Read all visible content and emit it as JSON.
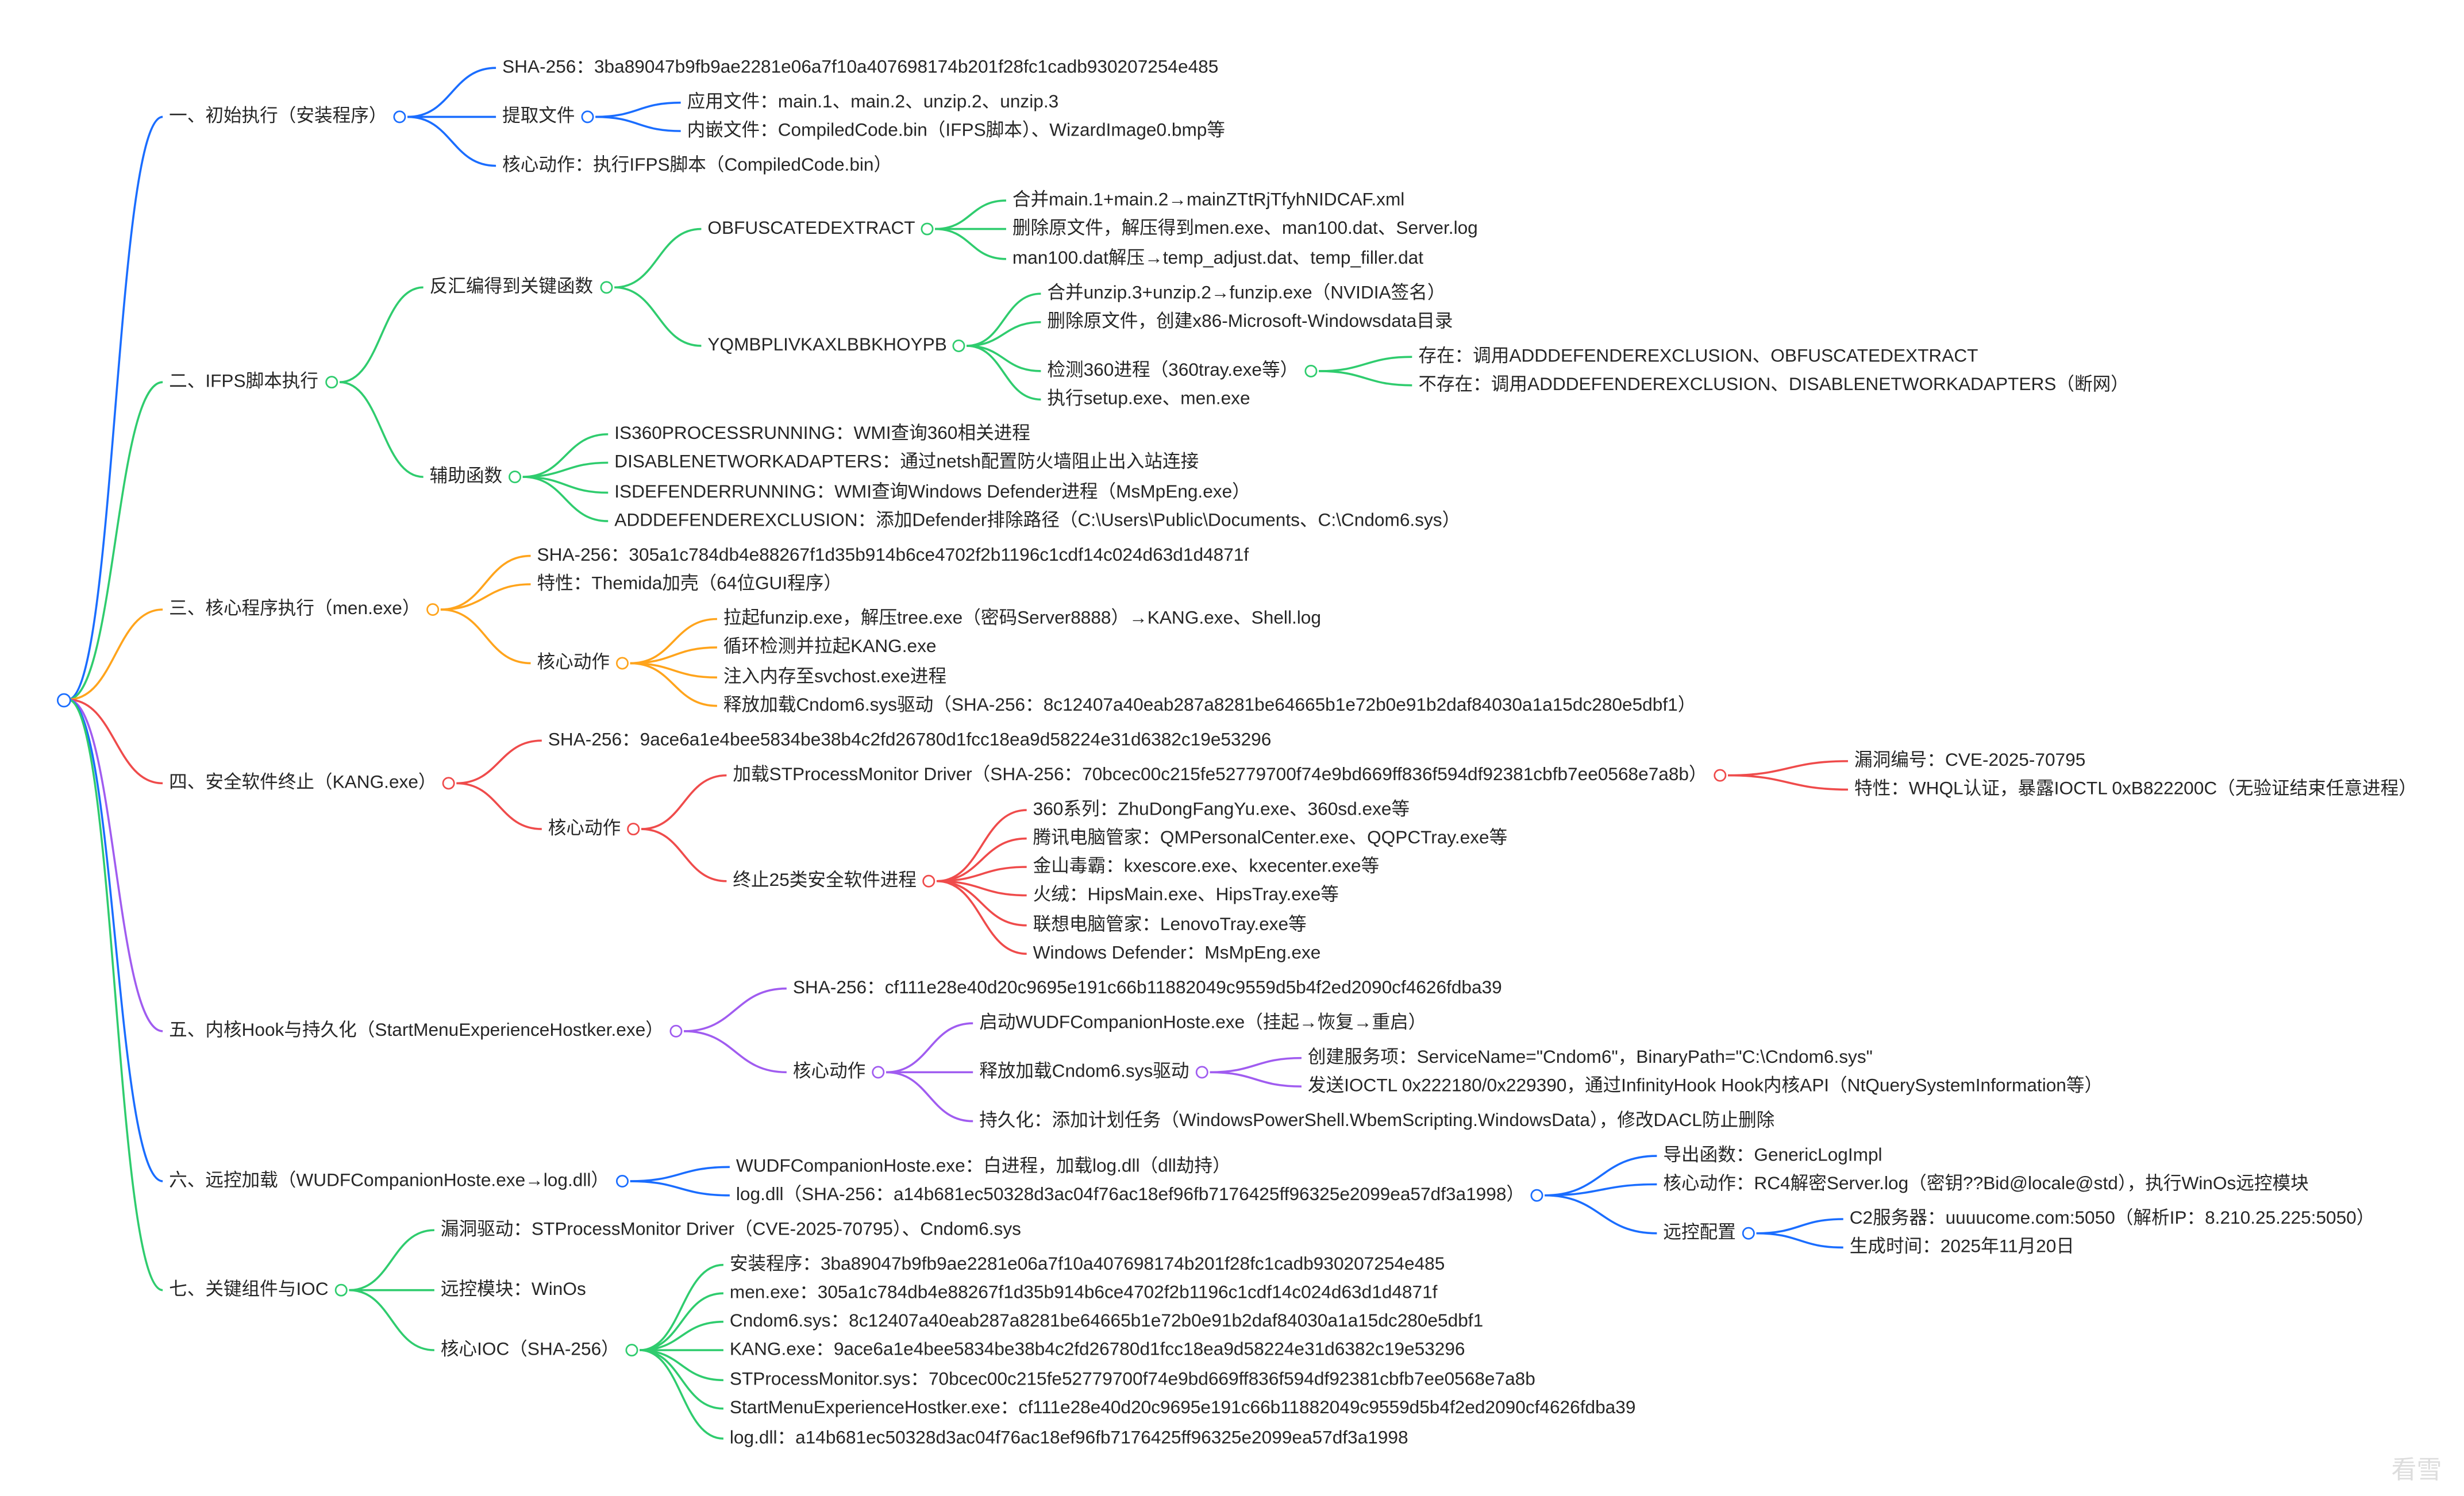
{
  "root": {
    "color": "#1a6dff"
  },
  "sections": [
    {
      "label": "一、初始执行（安装程序）",
      "color": "#1a6dff",
      "children": [
        {
          "label": "SHA-256：3ba89047b9fb9ae2281e06a7f10a407698174b201f28fc1cadb930207254e485"
        },
        {
          "label": "提取文件",
          "children": [
            {
              "label": "应用文件：main.1、main.2、unzip.2、unzip.3"
            },
            {
              "label": "内嵌文件：CompiledCode.bin（IFPS脚本）、WizardImage0.bmp等"
            }
          ]
        },
        {
          "label": "核心动作：执行IFPS脚本（CompiledCode.bin）"
        }
      ]
    },
    {
      "label": "二、IFPS脚本执行",
      "color": "#2fcc6e",
      "children": [
        {
          "label": "反汇编得到关键函数",
          "children": [
            {
              "label": "OBFUSCATEDEXTRACT",
              "children": [
                {
                  "label": "合并main.1+main.2→mainZTtRjTfyhNIDCAF.xml"
                },
                {
                  "label": "删除原文件，解压得到men.exe、man100.dat、Server.log"
                },
                {
                  "label": "man100.dat解压→temp_adjust.dat、temp_filler.dat"
                }
              ]
            },
            {
              "label": "YQMBPLIVKAXLBBKHOYPB",
              "children": [
                {
                  "label": "合并unzip.3+unzip.2→funzip.exe（NVIDIA签名）"
                },
                {
                  "label": "删除原文件，创建x86-Microsoft-Windowsdata目录"
                },
                {
                  "label": "检测360进程（360tray.exe等）",
                  "children": [
                    {
                      "label": "存在：调用ADDDEFENDEREXCLUSION、OBFUSCATEDEXTRACT"
                    },
                    {
                      "label": "不存在：调用ADDDEFENDEREXCLUSION、DISABLENETWORKADAPTERS（断网）"
                    }
                  ]
                },
                {
                  "label": "执行setup.exe、men.exe"
                }
              ]
            }
          ]
        },
        {
          "label": "辅助函数",
          "children": [
            {
              "label": "IS360PROCESSRUNNING：WMI查询360相关进程"
            },
            {
              "label": "DISABLENETWORKADAPTERS：通过netsh配置防火墙阻止出入站连接"
            },
            {
              "label": "ISDEFENDERRUNNING：WMI查询Windows Defender进程（MsMpEng.exe）"
            },
            {
              "label": "ADDDEFENDEREXCLUSION：添加Defender排除路径（C:\\Users\\Public\\Documents、C:\\Cndom6.sys）"
            }
          ]
        }
      ]
    },
    {
      "label": "三、核心程序执行（men.exe）",
      "color": "#ffa41c",
      "children": [
        {
          "label": "SHA-256：305a1c784db4e88267f1d35b914b6ce4702f2b1196c1cdf14c024d63d1d4871f"
        },
        {
          "label": "特性：Themida加壳（64位GUI程序）"
        },
        {
          "label": "核心动作",
          "children": [
            {
              "label": "拉起funzip.exe，解压tree.exe（密码Server8888）→KANG.exe、Shell.log"
            },
            {
              "label": "循环检测并拉起KANG.exe"
            },
            {
              "label": "注入内存至svchost.exe进程"
            },
            {
              "label": "释放加载Cndom6.sys驱动（SHA-256：8c12407a40eab287a8281be64665b1e72b0e91b2daf84030a1a15dc280e5dbf1）"
            }
          ]
        }
      ]
    },
    {
      "label": "四、安全软件终止（KANG.exe）",
      "color": "#ef4b4b",
      "children": [
        {
          "label": "SHA-256：9ace6a1e4bee5834be38b4c2fd26780d1fcc18ea9d58224e31d6382c19e53296"
        },
        {
          "label": "核心动作",
          "children": [
            {
              "label": "加载STProcessMonitor Driver（SHA-256：70bcec00c215fe52779700f74e9bd669ff836f594df92381cbfb7ee0568e7a8b）",
              "children": [
                {
                  "label": "漏洞编号：CVE-2025-70795"
                },
                {
                  "label": "特性：WHQL认证，暴露IOCTL 0xB822200C（无验证结束任意进程）"
                }
              ]
            },
            {
              "label": "终止25类安全软件进程",
              "children": [
                {
                  "label": "360系列：ZhuDongFangYu.exe、360sd.exe等"
                },
                {
                  "label": "腾讯电脑管家：QMPersonalCenter.exe、QQPCTray.exe等"
                },
                {
                  "label": "金山毒霸：kxescore.exe、kxecenter.exe等"
                },
                {
                  "label": "火绒：HipsMain.exe、HipsTray.exe等"
                },
                {
                  "label": "联想电脑管家：LenovoTray.exe等"
                },
                {
                  "label": "Windows Defender：MsMpEng.exe"
                }
              ]
            }
          ]
        }
      ]
    },
    {
      "label": "五、内核Hook与持久化（StartMenuExperienceHostker.exe）",
      "color": "#a05cf0",
      "children": [
        {
          "label": "SHA-256：cf111e28e40d20c9695e191c66b11882049c9559d5b4f2ed2090cf4626fdba39"
        },
        {
          "label": "核心动作",
          "children": [
            {
              "label": "启动WUDFCompanionHoste.exe（挂起→恢复→重启）"
            },
            {
              "label": "释放加载Cndom6.sys驱动",
              "children": [
                {
                  "label": "创建服务项：ServiceName=\"Cndom6\"，BinaryPath=\"C:\\Cndom6.sys\""
                },
                {
                  "label": "发送IOCTL 0x222180/0x229390，通过InfinityHook Hook内核API（NtQuerySystemInformation等）"
                }
              ]
            },
            {
              "label": "持久化：添加计划任务（WindowsPowerShell.WbemScripting.WindowsData），修改DACL防止删除"
            }
          ]
        }
      ]
    },
    {
      "label": "六、远控加载（WUDFCompanionHoste.exe→log.dll）",
      "color": "#1a6dff",
      "children": [
        {
          "label": "WUDFCompanionHoste.exe：白进程，加载log.dll（dll劫持）"
        },
        {
          "label": "log.dll（SHA-256：a14b681ec50328d3ac04f76ac18ef96fb7176425ff96325e2099ea57df3a1998）",
          "children": [
            {
              "label": "导出函数：GenericLogImpl"
            },
            {
              "label": "核心动作：RC4解密Server.log（密钥??Bid@locale@std），执行WinOs远控模块"
            },
            {
              "label": "远控配置",
              "children": [
                {
                  "label": "C2服务器：uuuucome.com:5050（解析IP：8.210.25.225:5050）"
                },
                {
                  "label": "生成时间：2025年11月20日"
                }
              ]
            }
          ]
        }
      ]
    },
    {
      "label": "七、关键组件与IOC",
      "color": "#2fcc6e",
      "children": [
        {
          "label": "漏洞驱动：STProcessMonitor Driver（CVE-2025-70795）、Cndom6.sys"
        },
        {
          "label": "远控模块：WinOs"
        },
        {
          "label": "核心IOC（SHA-256）",
          "children": [
            {
              "label": "安装程序：3ba89047b9fb9ae2281e06a7f10a407698174b201f28fc1cadb930207254e485"
            },
            {
              "label": "men.exe：305a1c784db4e88267f1d35b914b6ce4702f2b1196c1cdf14c024d63d1d4871f"
            },
            {
              "label": "Cndom6.sys：8c12407a40eab287a8281be64665b1e72b0e91b2daf84030a1a15dc280e5dbf1"
            },
            {
              "label": "KANG.exe：9ace6a1e4bee5834be38b4c2fd26780d1fcc18ea9d58224e31d6382c19e53296"
            },
            {
              "label": "STProcessMonitor.sys：70bcec00c215fe52779700f74e9bd669ff836f594df92381cbfb7ee0568e7a8b"
            },
            {
              "label": "StartMenuExperienceHostker.exe：cf111e28e40d20c9695e191c66b11882049c9559d5b4f2ed2090cf4626fdba39"
            },
            {
              "label": "log.dll：a14b681ec50328d3ac04f76ac18ef96fb7176425ff96325e2099ea57df3a1998"
            }
          ]
        }
      ]
    }
  ],
  "watermark": "看雪"
}
